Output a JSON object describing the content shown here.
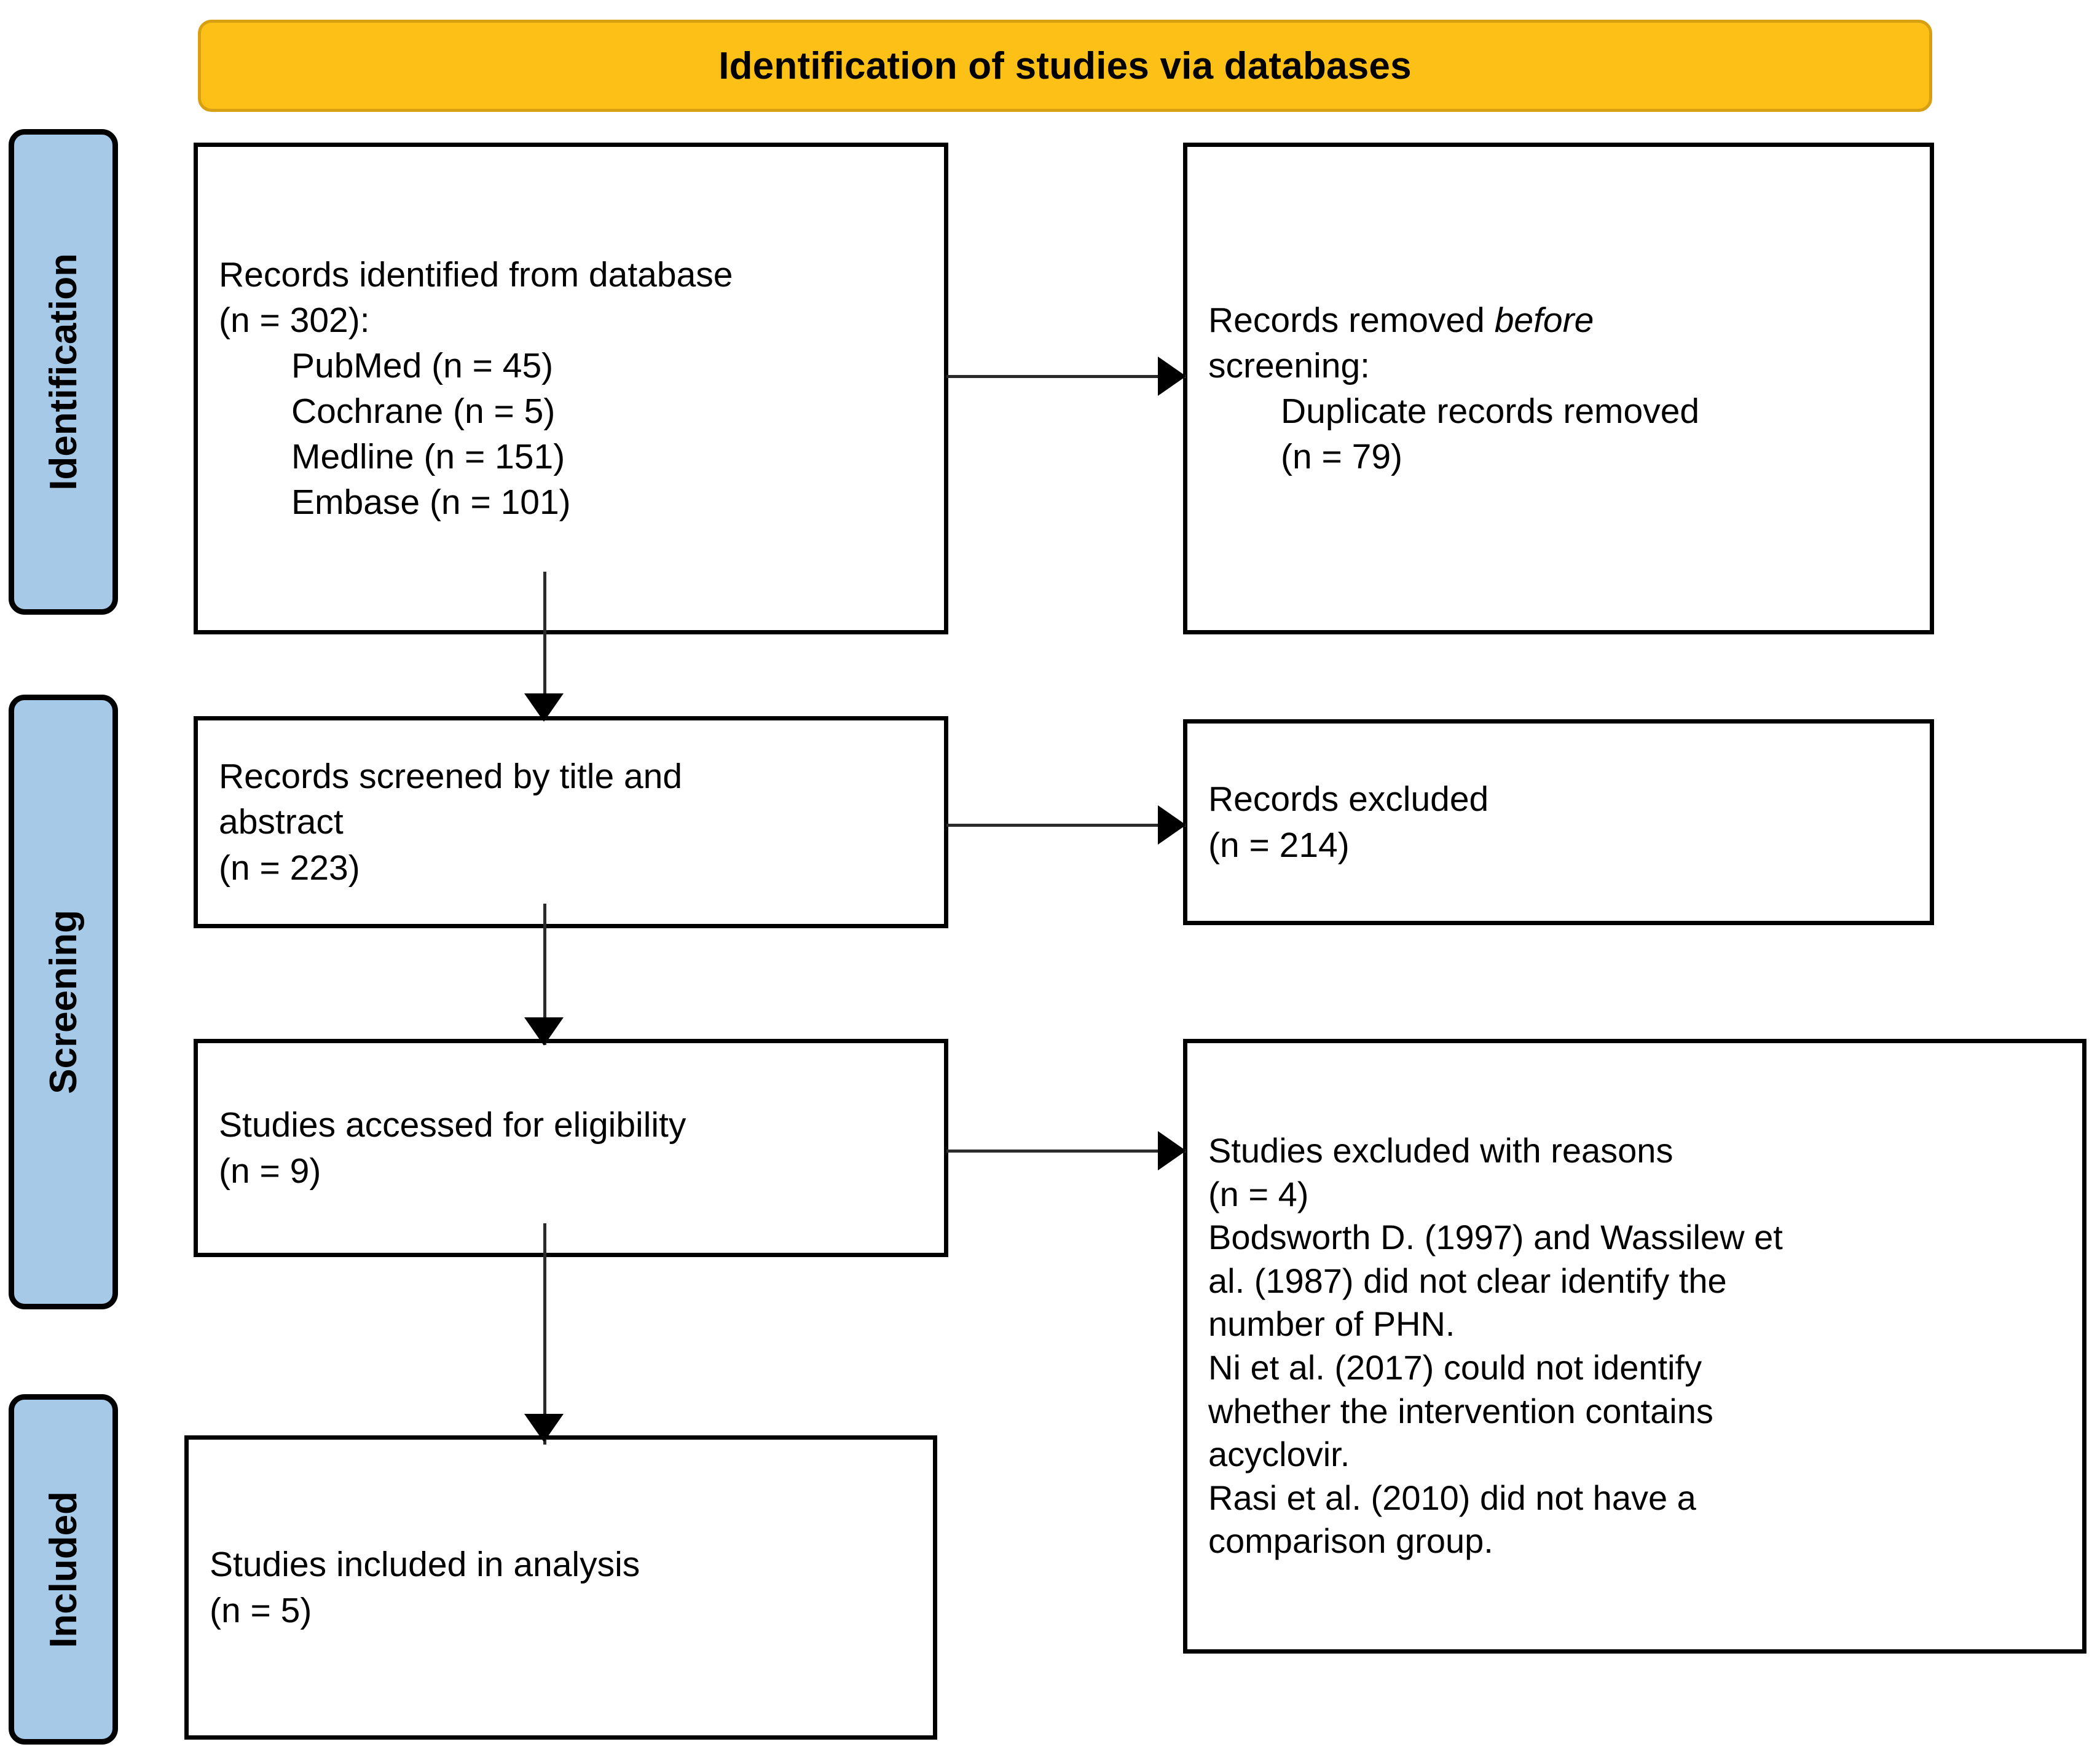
{
  "banner": {
    "title": "Identification of studies via databases"
  },
  "stages": [
    {
      "label": "Identification"
    },
    {
      "label": "Screening"
    },
    {
      "label": "Included"
    }
  ],
  "boxes": {
    "identified": {
      "line1": "Records identified from database",
      "line2": "(n = 302):",
      "sources": [
        "PubMed (n = 45)",
        "Cochrane (n = 5)",
        "Medline (n = 151)",
        "Embase (n = 101)"
      ]
    },
    "removed": {
      "line1_prefix": "Records removed ",
      "line1_italic": "before",
      "line2": "screening:",
      "line3": "Duplicate records removed",
      "line4": "(n = 79)"
    },
    "screened": {
      "line1": "Records screened by title and",
      "line2": "abstract",
      "line3": "(n = 223)"
    },
    "excluded": {
      "line1": "Records excluded",
      "line2": "(n = 214)"
    },
    "eligible": {
      "line1": "Studies accessed for eligibility",
      "line2": "(n = 9)"
    },
    "reasons": {
      "line1": "Studies excluded with reasons",
      "line2": "(n = 4)",
      "reason1_a": "Bodsworth D. (1997) and Wassilew et",
      "reason1_b": "al. (1987) did not clear identify the",
      "reason1_c": "number of PHN.",
      "reason2_a": "Ni et al. (2017) could not identify",
      "reason2_b": "whether the intervention contains",
      "reason2_c": "acyclovir.",
      "reason3_a": "Rasi et al. (2010) did not have a",
      "reason3_b": "comparison group."
    },
    "included": {
      "line1": "Studies included in analysis",
      "line2": "(n = 5)"
    }
  },
  "colors": {
    "banner_fill": "#FCC017",
    "banner_border": "#D7A012",
    "stage_fill": "#A6C9E8",
    "box_border": "#000000",
    "connector": "#2b2b2b"
  }
}
